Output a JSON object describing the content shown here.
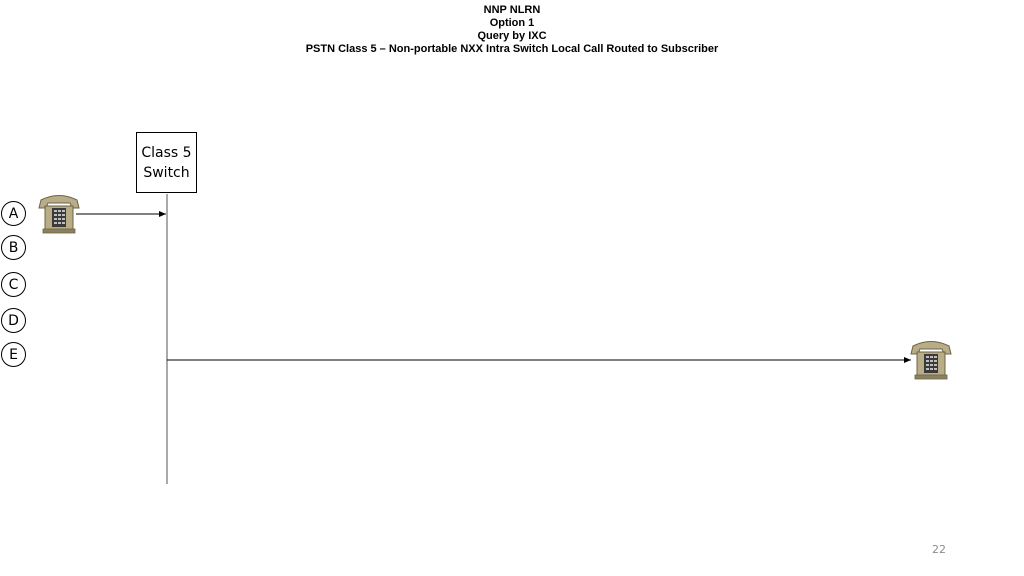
{
  "title": {
    "line1": "NNP NLRN",
    "line2": "Option 1",
    "line3": "Query by IXC",
    "line4": "PSTN Class 5 – Non-portable NXX Intra Switch Local Call Routed to Subscriber"
  },
  "switch": {
    "line1": "Class 5",
    "line2": "Switch"
  },
  "steps": [
    "A",
    "B",
    "C",
    "D",
    "E"
  ],
  "icons": {
    "calling_phone": "telephone-icon",
    "called_phone": "telephone-icon"
  },
  "colors": {
    "phone_body": "#b8ad86",
    "phone_shadow": "#6b6444",
    "phone_keypad": "#3a3a3a",
    "lines": "#000000",
    "lifeline": "#555555",
    "page_number": "#8c8c8c"
  },
  "page_number": "22"
}
